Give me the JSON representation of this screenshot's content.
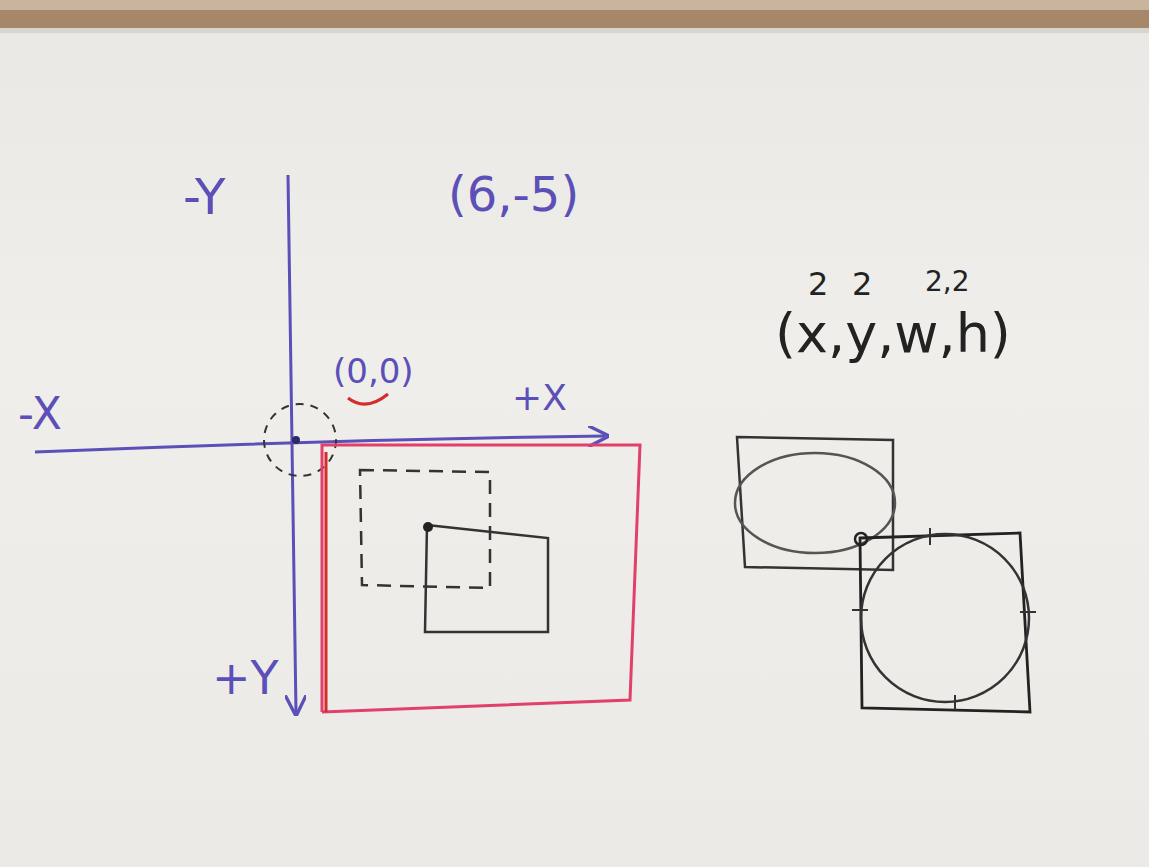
{
  "diagram": {
    "labels": [
      "-Y",
      "(6,-5)",
      "(0,0)",
      "+X",
      "-X",
      "+Y",
      "2",
      "2",
      "2,2",
      "(x,y,w,h)"
    ]
  }
}
